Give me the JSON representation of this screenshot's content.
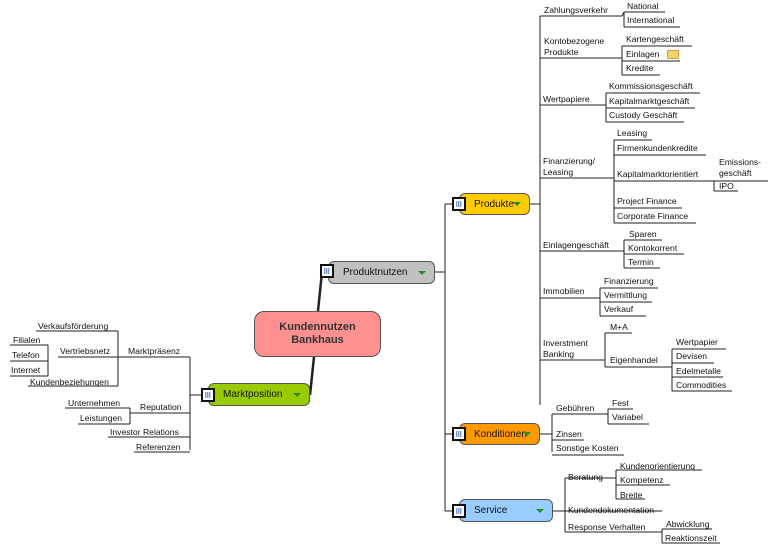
{
  "central": {
    "line1": "Kundennutzen",
    "line2": "Bankhaus",
    "color": "#ff9090"
  },
  "branches": {
    "produktnutzen": {
      "label": "Produktnutzen",
      "color": "#c0c0c0"
    },
    "marktposition": {
      "label": "Marktposition",
      "color": "#99cc00"
    },
    "produkte": {
      "label": "Produkte",
      "color": "#ffcc00"
    },
    "konditionen": {
      "label": "Konditionen",
      "color": "#ff9900"
    },
    "service": {
      "label": "Service",
      "color": "#99ccff"
    }
  },
  "produkte": {
    "zahlungsverkehr": {
      "label": "Zahlungsverkehr",
      "children": [
        "National",
        "International"
      ]
    },
    "kontobezogene": {
      "label": "Kontobezogene Produkte",
      "children": [
        "Kartengeschäft",
        "Einlagen",
        "Kredite"
      ]
    },
    "wertpapiere": {
      "label": "Wertpapiere",
      "children": [
        "Kommissionsgeschäft",
        "Kapitalmarktgeschäft",
        "Custody Geschäft"
      ]
    },
    "finanzierung": {
      "label": "Finanzierung/ Leasing",
      "children": [
        "Leasing",
        "Firmenkundenkredite",
        "Kapitalmarktorientiert",
        "Project Finance",
        "Corporate Finance"
      ],
      "kapitalmarkt_children": [
        "Emissions-geschäft",
        "IPO"
      ]
    },
    "einlagengeschaeft": {
      "label": "Einlagengeschäft",
      "children": [
        "Sparen",
        "Kontokorrent",
        "Termin"
      ]
    },
    "immobilien": {
      "label": "Immobilien",
      "children": [
        "Finanzierung",
        "Vermittlung",
        "Verkauf"
      ]
    },
    "investment": {
      "label": "Inverstment Banking",
      "children": [
        "M+A",
        "Eigenhandel"
      ],
      "eigenhandel_children": [
        "Wertpapier",
        "Devisen",
        "Edelmetalle",
        "Commodities"
      ]
    }
  },
  "konditionen": {
    "gebuehren": {
      "label": "Gebühren",
      "children": [
        "Fest",
        "Variabel"
      ]
    },
    "zinsen": "Zinsen",
    "sonstige": "Sonstige Kosten"
  },
  "service": {
    "beratung": {
      "label": "Beratung",
      "children": [
        "Kundenorientierung",
        "Kompetenz",
        "Breite"
      ]
    },
    "kundendoku": "Kundendokumentation",
    "response": {
      "label": "Response Verhalten",
      "children": [
        "Abwicklung",
        "Reaktionszeit"
      ]
    }
  },
  "marktposition": {
    "marktpraesenz": {
      "label": "Marktpräsenz",
      "children": [
        "Verkaufsförderung",
        "Vertriebsnetz",
        "Kundenbeziehungen"
      ],
      "vertriebsnetz_children": [
        "Filialen",
        "Telefon",
        "Internet"
      ]
    },
    "reputation": {
      "label": "Reputation",
      "children": [
        "Unternehmen",
        "Leistungen"
      ]
    },
    "investor": "Investor Relations",
    "referenzen": "Referenzen"
  }
}
